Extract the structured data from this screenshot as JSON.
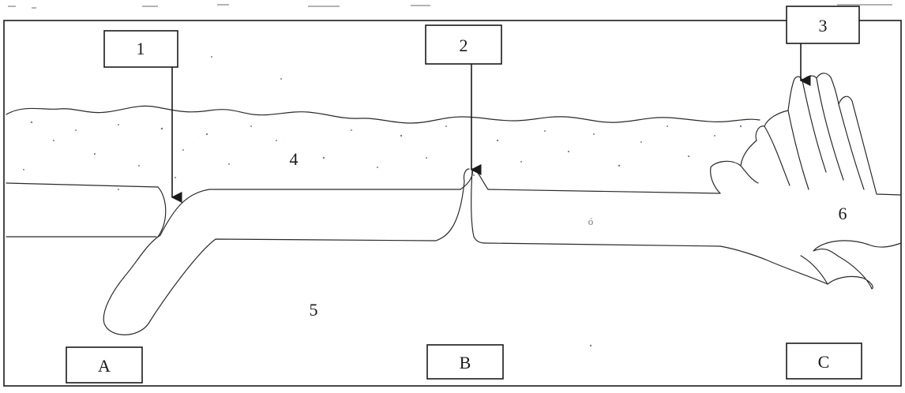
{
  "figure": {
    "callouts": [
      {
        "label": "1"
      },
      {
        "label": "2"
      },
      {
        "label": "3"
      }
    ],
    "stages": [
      {
        "label": "A"
      },
      {
        "label": "B"
      },
      {
        "label": "C"
      }
    ],
    "regions": [
      {
        "label": "4"
      },
      {
        "label": "5"
      },
      {
        "label": "6"
      },
      {
        "label": "ó"
      }
    ]
  }
}
